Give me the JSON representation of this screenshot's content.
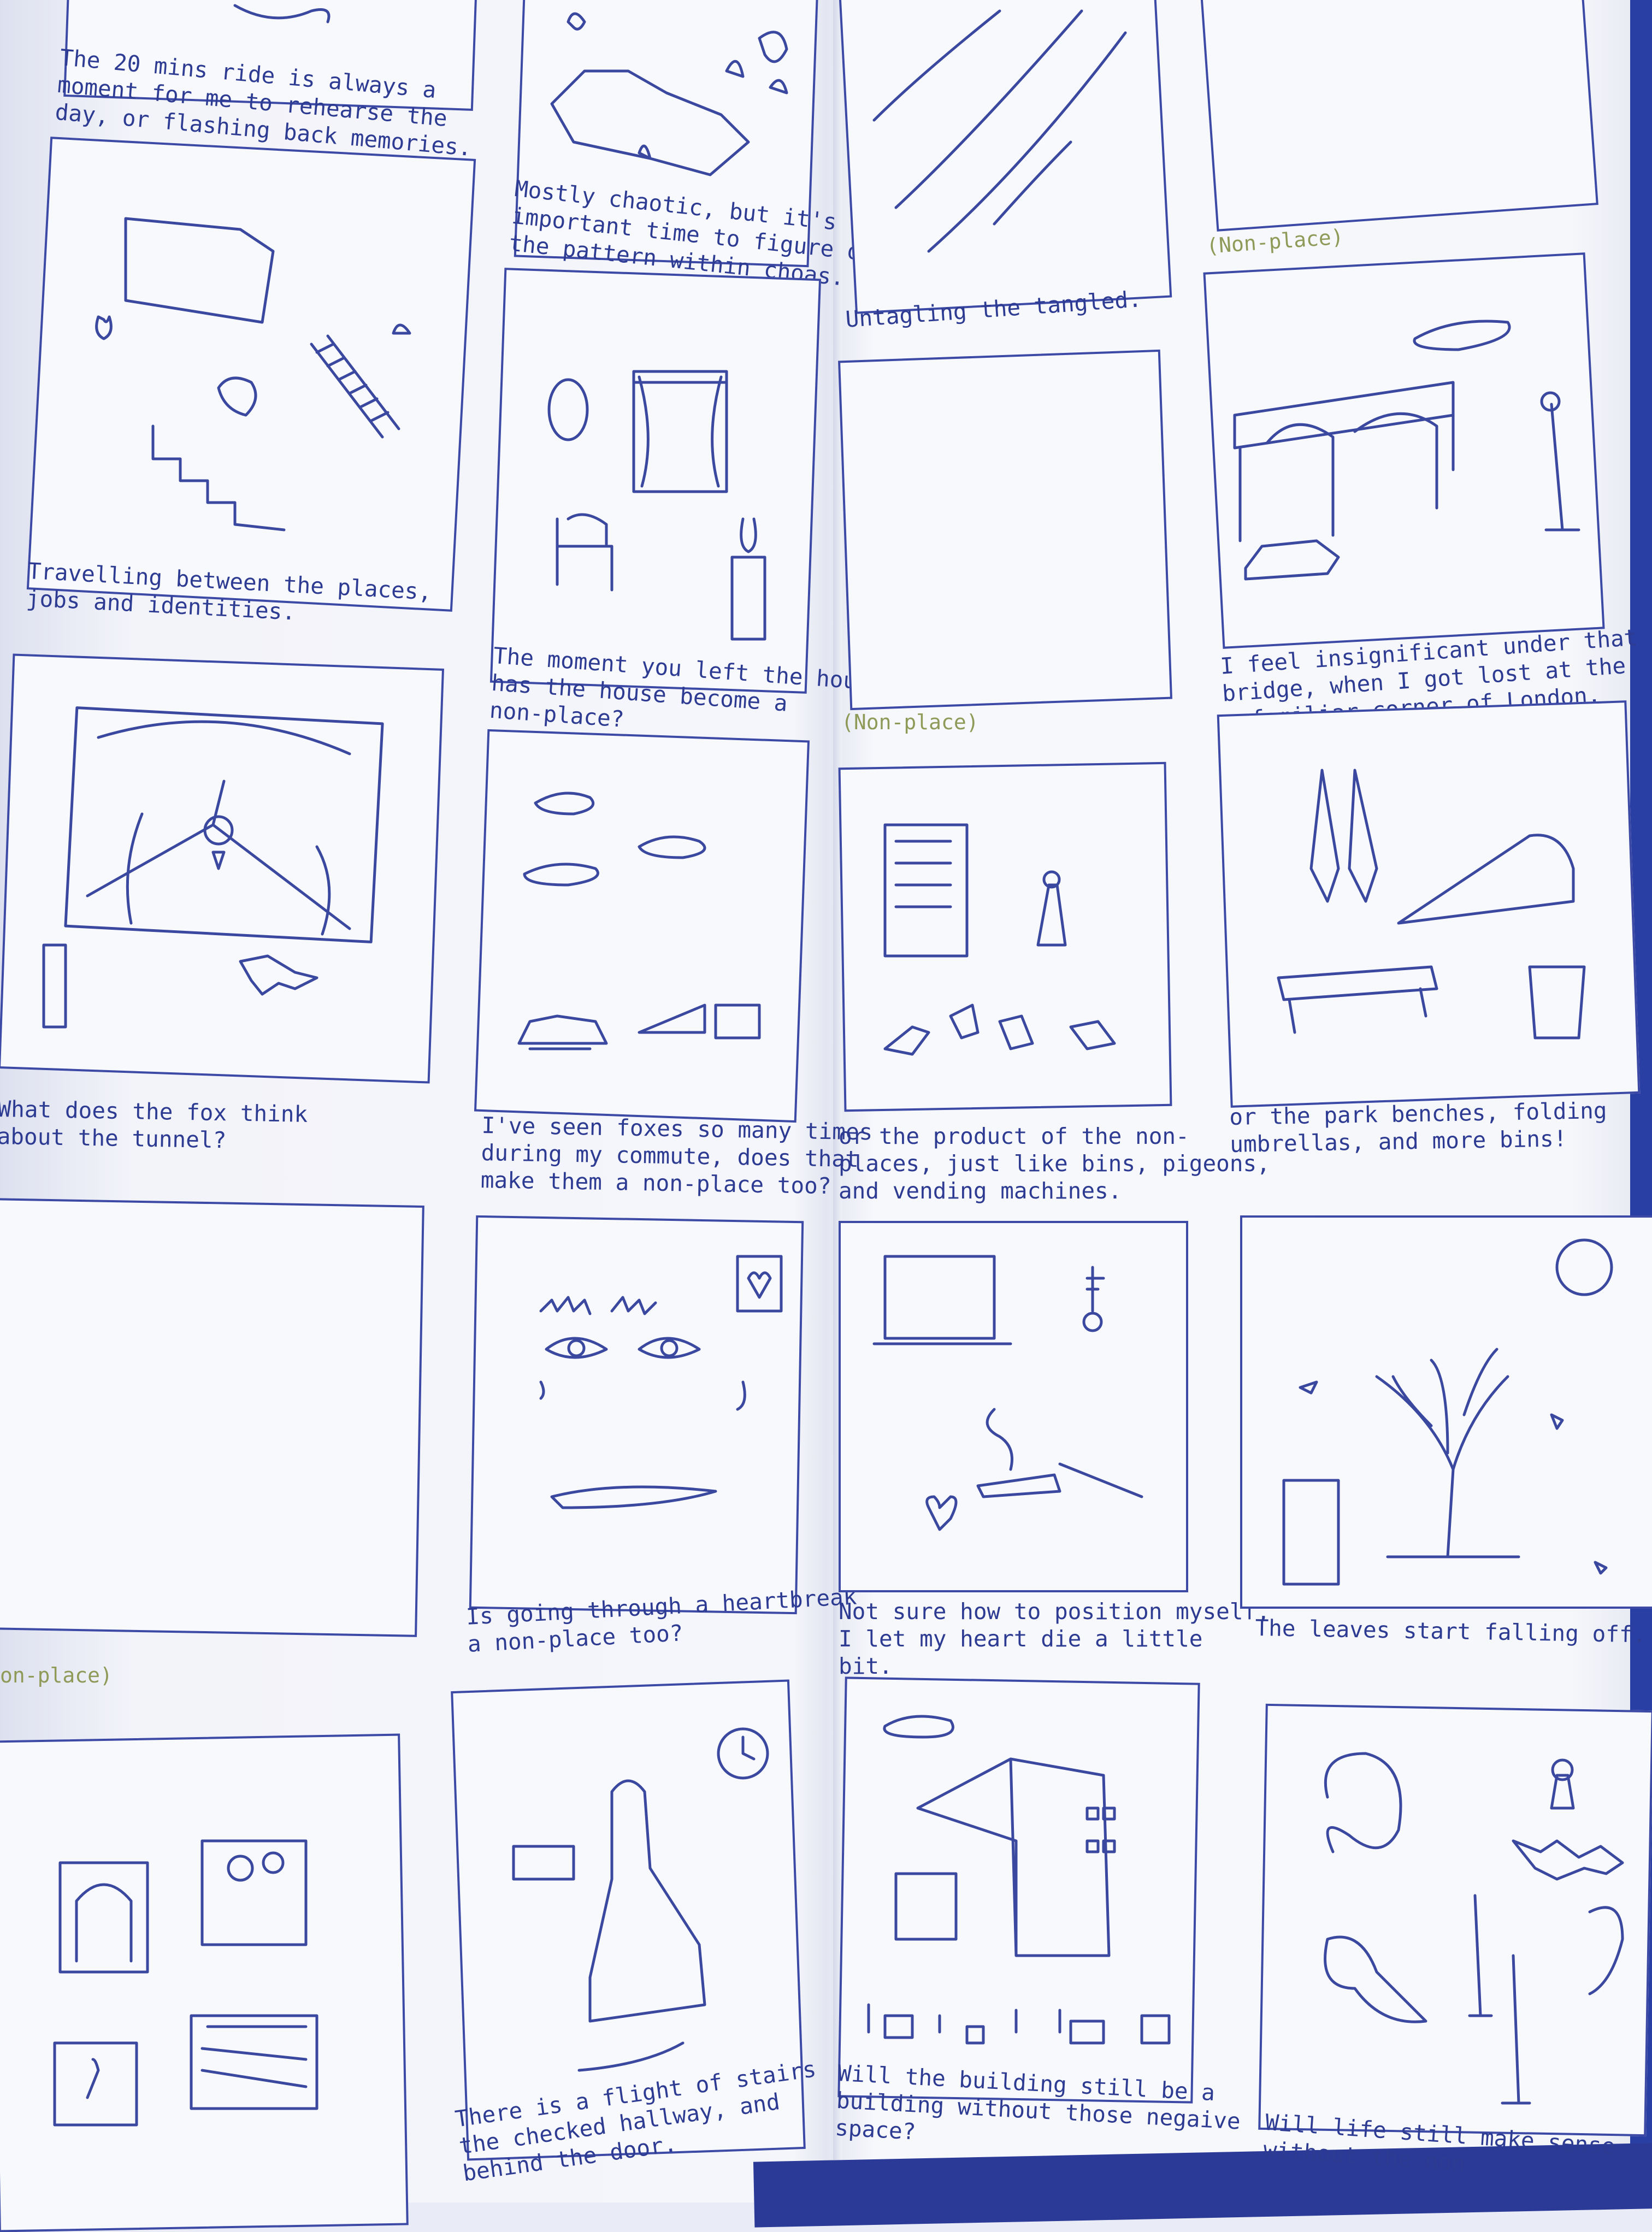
{
  "captions": {
    "c1": "The 20 mins ride is always a\nmoment for me to rehearse the\nday, or flashing back memories.",
    "c2": "Mostly chaotic, but it's an\nimportant time to figure out\nthe pattern within choas.",
    "c3": "Untagling the tangled.",
    "c4": "Travelling between the places,\njobs and identities.",
    "c5": "The moment you left the house,\nhas the house become a\nnon-place?",
    "c6": "I feel insignificant under that\nbridge, when I got lost at the\nunfamiliar corner of London.",
    "c7": "What does the fox think\nabout the tunnel?",
    "c8": "I've seen foxes so many times\nduring my commute, does that\nmake them a non-place too?",
    "c9": "or the product of the non-\nplaces, just like bins, pigeons,\nand vending machines.",
    "c10": "or the park benches, folding\numbrellas, and more bins!",
    "c11": "Is going through a heartbreak\na non-place too?",
    "c12": "Not sure how to position myself,\nI let my heart die a little\nbit.",
    "c13": "The leaves start falling off.",
    "c14": "There is a flight of stairs\nthe checked hallway, and\nbehind the door.",
    "c15": "Will the building still be a\nbuilding without those negaive\nspace?",
    "c16": "Will life still make sense\nwithout the non"
  },
  "labels": {
    "np1": "(Non-place)",
    "np2": "(Non-place)",
    "np3": "on-place)"
  },
  "icons": [
    "car-icon",
    "fire-icon",
    "house-icon",
    "ladder-icon",
    "stairs-icon",
    "curtain-window-icon",
    "armchair-icon",
    "door-icon",
    "bridge-icon",
    "tunnel-icon",
    "fox-icon",
    "clouds-icon",
    "vending-machine-icon",
    "pigeon-icon",
    "umbrella-icon",
    "bench-icon",
    "bin-icon",
    "eyes-icon",
    "broken-heart-icon",
    "key-icon",
    "cigarette-icon",
    "tree-icon",
    "clock-icon",
    "building-icon",
    "candle-icon",
    "keyhole-icon"
  ],
  "colors": {
    "ink": "#3a489f",
    "paper": "#f6f7fb",
    "nonplace": "#8f9a58",
    "accent-blue": "#2a3fa3"
  }
}
